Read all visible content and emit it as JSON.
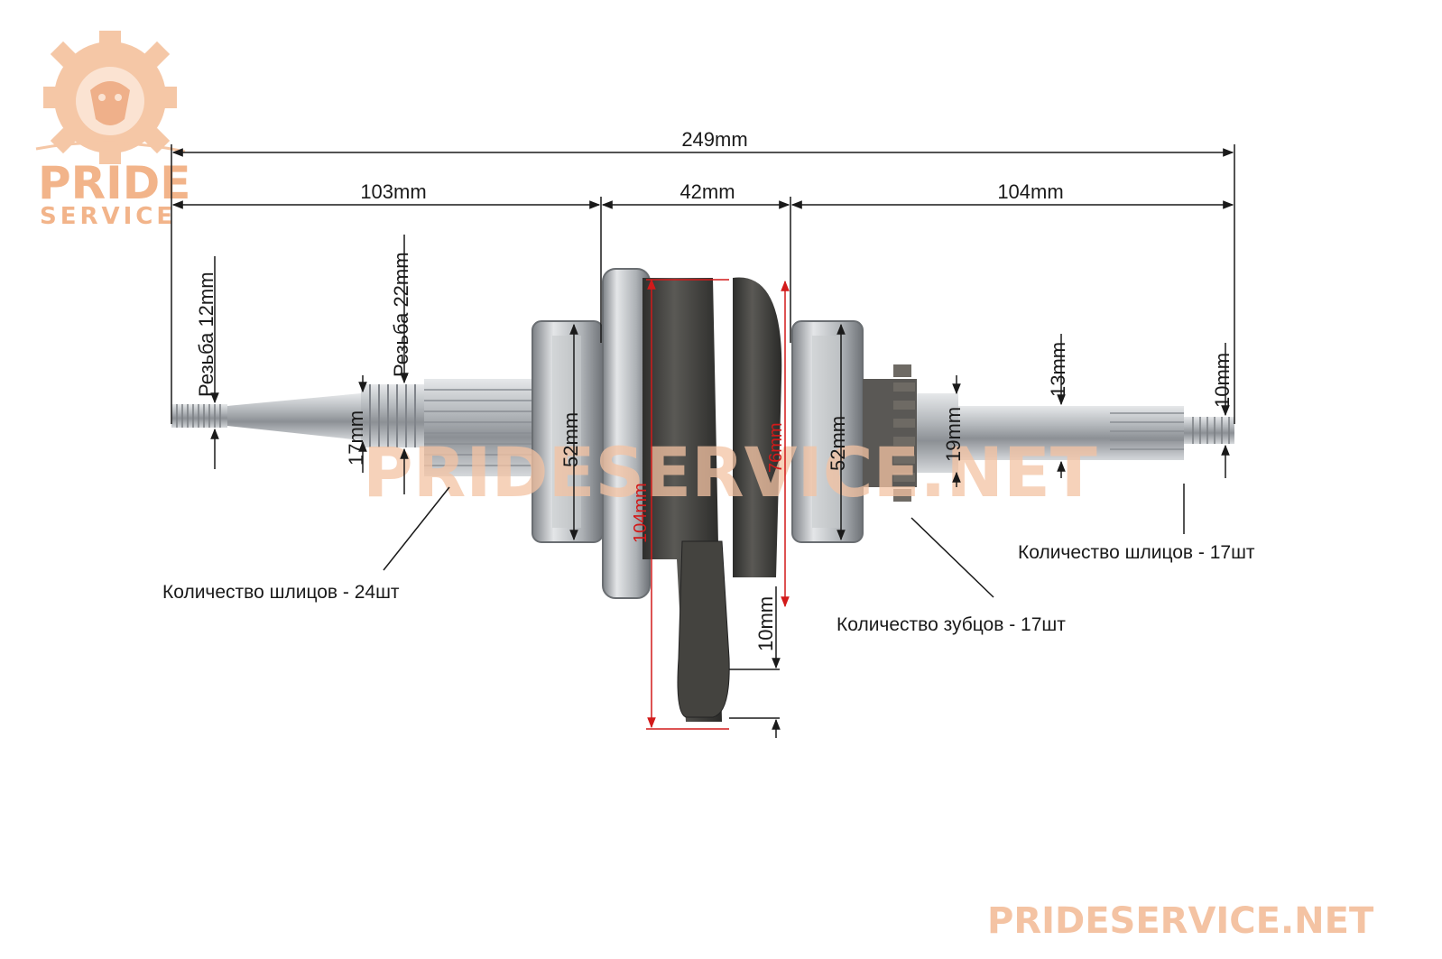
{
  "logo": {
    "line1": "PRIDE",
    "line2": "SERVICE",
    "color": "#f2b48a"
  },
  "watermarks": {
    "center": "PRIDESERVICE.NET",
    "corner": "PRIDESERVICE.NET",
    "color": "#f4c3a3"
  },
  "dimensions": {
    "overall": "249mm",
    "left_section": "103mm",
    "middle_section": "42mm",
    "right_section": "104mm",
    "thread_left": "Резьба 12mm",
    "thread_mid": "Резьба 22mm",
    "shaft_left_dia": "17mm",
    "bearing_left_dia": "52mm",
    "flywheel_height": "104mm",
    "crank_web": "76mm",
    "bearing_right_dia": "52mm",
    "gear_dia": "19mm",
    "shaft_right_dia": "13mm",
    "tip_right_dia": "10mm",
    "rod_small_end": "10mm"
  },
  "notes": {
    "splines_left": "Количество шлицов - 24шт",
    "teeth": "Количество зубцов - 17шт",
    "splines_right": "Количество шлицов - 17шт"
  },
  "colors": {
    "dim_line": "#1a1a1a",
    "red_dim": "#d21a1a",
    "steel": "#b9bcc0",
    "dark_iron": "#3c3c3a"
  }
}
